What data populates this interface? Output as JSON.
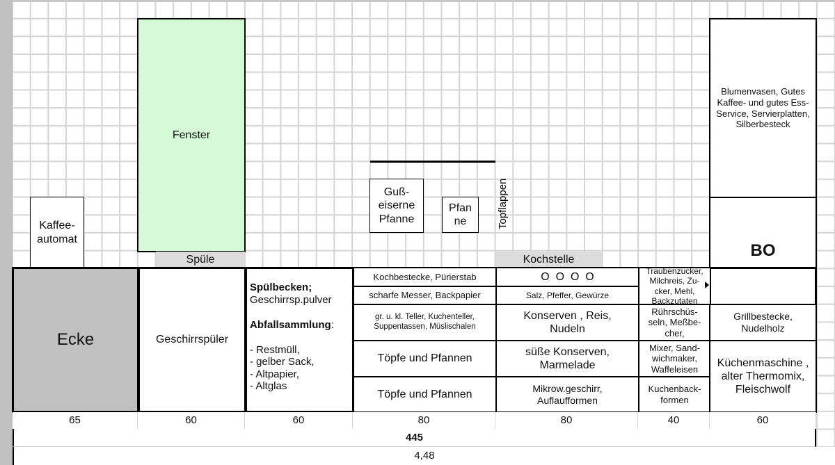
{
  "plan": {
    "fenster": "Fenster",
    "kaffeeautomat": "Kaffee-\nautomat",
    "spuele_label": "Spüle",
    "kochstelle_label": "Kochstelle",
    "gusspfanne": "Guß-\neiserne\nPfanne",
    "pfanne": "Pfan\nne",
    "topflappen": "Topflappen",
    "hochschrank_oben": "Blumenvasen, Gutes Kaffee- und gutes Ess-Service, Servierplatten, Silberbesteck",
    "bo": "BO"
  },
  "cabinets": {
    "ecke": "Ecke",
    "geschirrspueler": "Geschirrspüler",
    "spuelbecken_title": "Spülbecken;",
    "spuelbecken_text": "Geschirrsp.pulver",
    "abfall_title": "Abfallsammlung",
    "abfall_colon": ":",
    "abfall_items": "- Restmüll,\n- gelber Sack,\n- Altpapier,\n- Altglas",
    "col80a": [
      "Kochbestecke, Pürierstab",
      "scharfe Messer, Backpapier",
      "gr. u. kl. Teller, Kuchenteller, Suppentassen, Müslischalen",
      "Töpfe und Pfannen",
      "Töpfe und Pfannen"
    ],
    "col80b": [
      "O  O  O  O",
      "Salz, Pfeffer, Gewürze",
      "Konserven , Reis, Nudeln",
      "süße Konserven, Marmelade",
      "Mikrow.geschirr, Auflaufformen"
    ],
    "col40": [
      "Traubenzucker, Milchreis, Zu-cker, Mehl, Backzutaten",
      "Rührschüs-seln, Meßbe-cher,",
      "Mixer, Sand-wichmaker, Waffeleisen",
      "Kuchenback-formen"
    ],
    "col60": [
      "Grillbestecke, Nudelholz",
      "Küchenmaschine , alter Thermomix, Fleischwolf"
    ]
  },
  "widths": [
    "65",
    "60",
    "60",
    "80",
    "80",
    "40",
    "60"
  ],
  "total": "445",
  "total_m": "4,48"
}
